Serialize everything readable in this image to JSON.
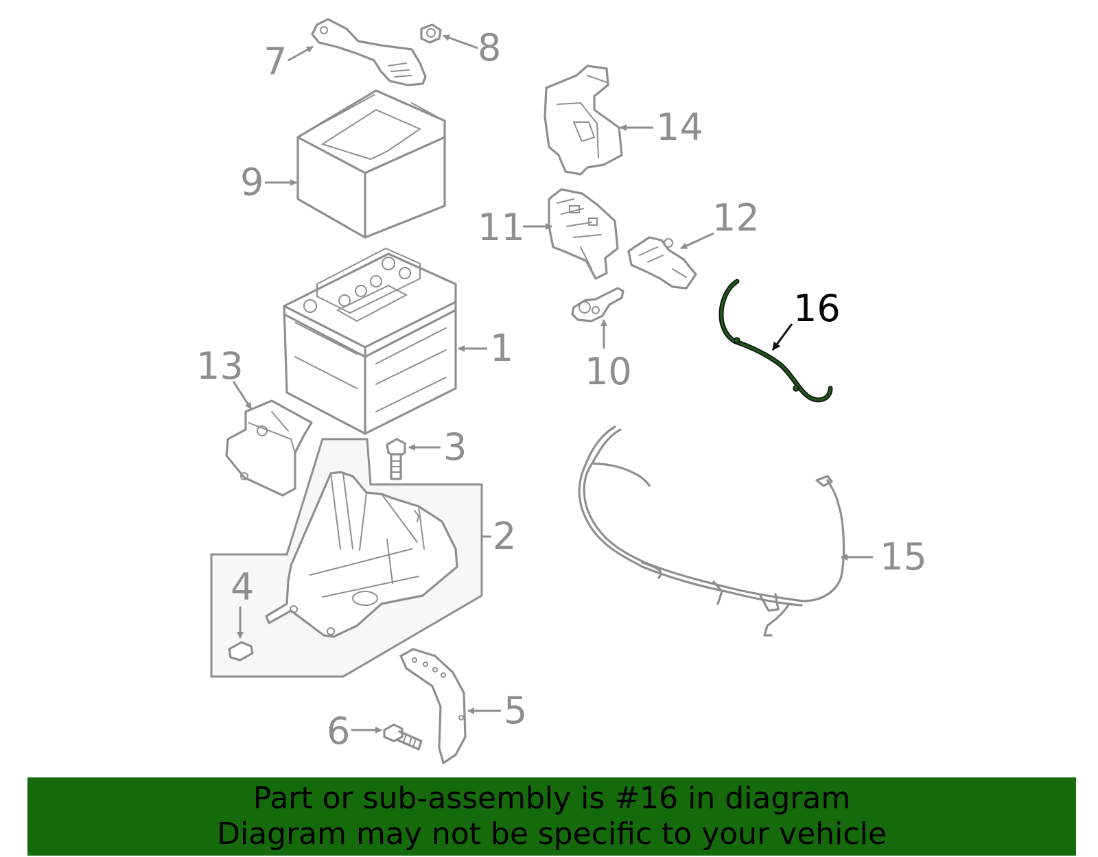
{
  "banner": {
    "line1": "Part or sub-assembly is #16 in diagram",
    "line2": "Diagram may not be specific to your vehicle",
    "background": "#156b0b"
  },
  "callouts": {
    "c1": "1",
    "c2": "2",
    "c3": "3",
    "c4": "4",
    "c5": "5",
    "c6": "6",
    "c7": "7",
    "c8": "8",
    "c9": "9",
    "c10": "10",
    "c11": "11",
    "c12": "12",
    "c13": "13",
    "c14": "14",
    "c15": "15",
    "c16": "16"
  },
  "highlight": {
    "part": "16",
    "color": "#1f5a1a"
  },
  "colors": {
    "linework": "#8e8e8e",
    "tray_box": "#f7f7f7"
  }
}
